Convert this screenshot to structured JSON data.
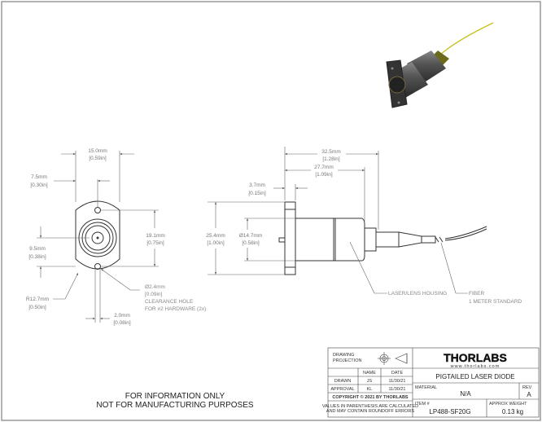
{
  "front_view": {
    "width_mm": "15.0mm",
    "width_in": "[0.59in]",
    "offset_mm": "7.5mm",
    "offset_in": "[0.30in]",
    "hole_spacing_mm": "19.1mm",
    "hole_spacing_in": "[0.75in]",
    "center_mm": "9.5mm",
    "center_in": "[0.38in]",
    "radius_mm": "R12.7mm",
    "radius_in": "[0.50in]",
    "hole_dia_mm": "Ø2.4mm",
    "hole_dia_in": "[0.09in]",
    "hole_note_1": "CLEARANCE HOLE",
    "hole_note_2": "FOR #2 HARDWARE (2x)",
    "hole_w_mm": "2.0mm",
    "hole_w_in": "[0.08in]"
  },
  "side_view": {
    "height_mm": "25.4mm",
    "height_in": "[1.00in]",
    "body_dia_mm": "Ø14.7mm",
    "body_dia_in": "[0.58in]",
    "flange_mm": "3.7mm",
    "flange_in": "[0.15in]",
    "total_mm": "32.5mm",
    "total_in": "[1.28in]",
    "housing_mm": "27.7mm",
    "housing_in": "[1.09in]",
    "housing_label": "LASER/LENS HOUSING",
    "fiber_label_1": "FIBER",
    "fiber_label_2": "1 METER STANDARD"
  },
  "notice": {
    "line1": "FOR INFORMATION ONLY",
    "line2": "NOT FOR MANUFACTURING PURPOSES"
  },
  "title_block": {
    "projection_label_1": "DRAWING",
    "projection_label_2": "PROJECTION",
    "col_name": "NAME",
    "col_date": "DATE",
    "rows": [
      {
        "role": "DRAWN",
        "name": "JS",
        "date": "11/30/21"
      },
      {
        "role": "APPROVAL",
        "name": "KL",
        "date": "11/30/21"
      }
    ],
    "copyright": "COPYRIGHT © 2021 BY THORLABS",
    "values_note_1": "VALUES IN PARENTHESIS ARE CALCULATED",
    "values_note_2": "AND MAY CONTAIN ROUNDOFF ERRORS",
    "logo": "THORLABS",
    "website": "www.thorlabs.com",
    "title": "PIGTAILED LASER DIODE",
    "material_label": "MATERIAL",
    "material": "N/A",
    "rev_label": "REV",
    "rev": "A",
    "item_label": "ITEM #",
    "item": "LP488-SF20G",
    "weight_label": "APPROX WEIGHT",
    "weight": "0.13 kg"
  }
}
